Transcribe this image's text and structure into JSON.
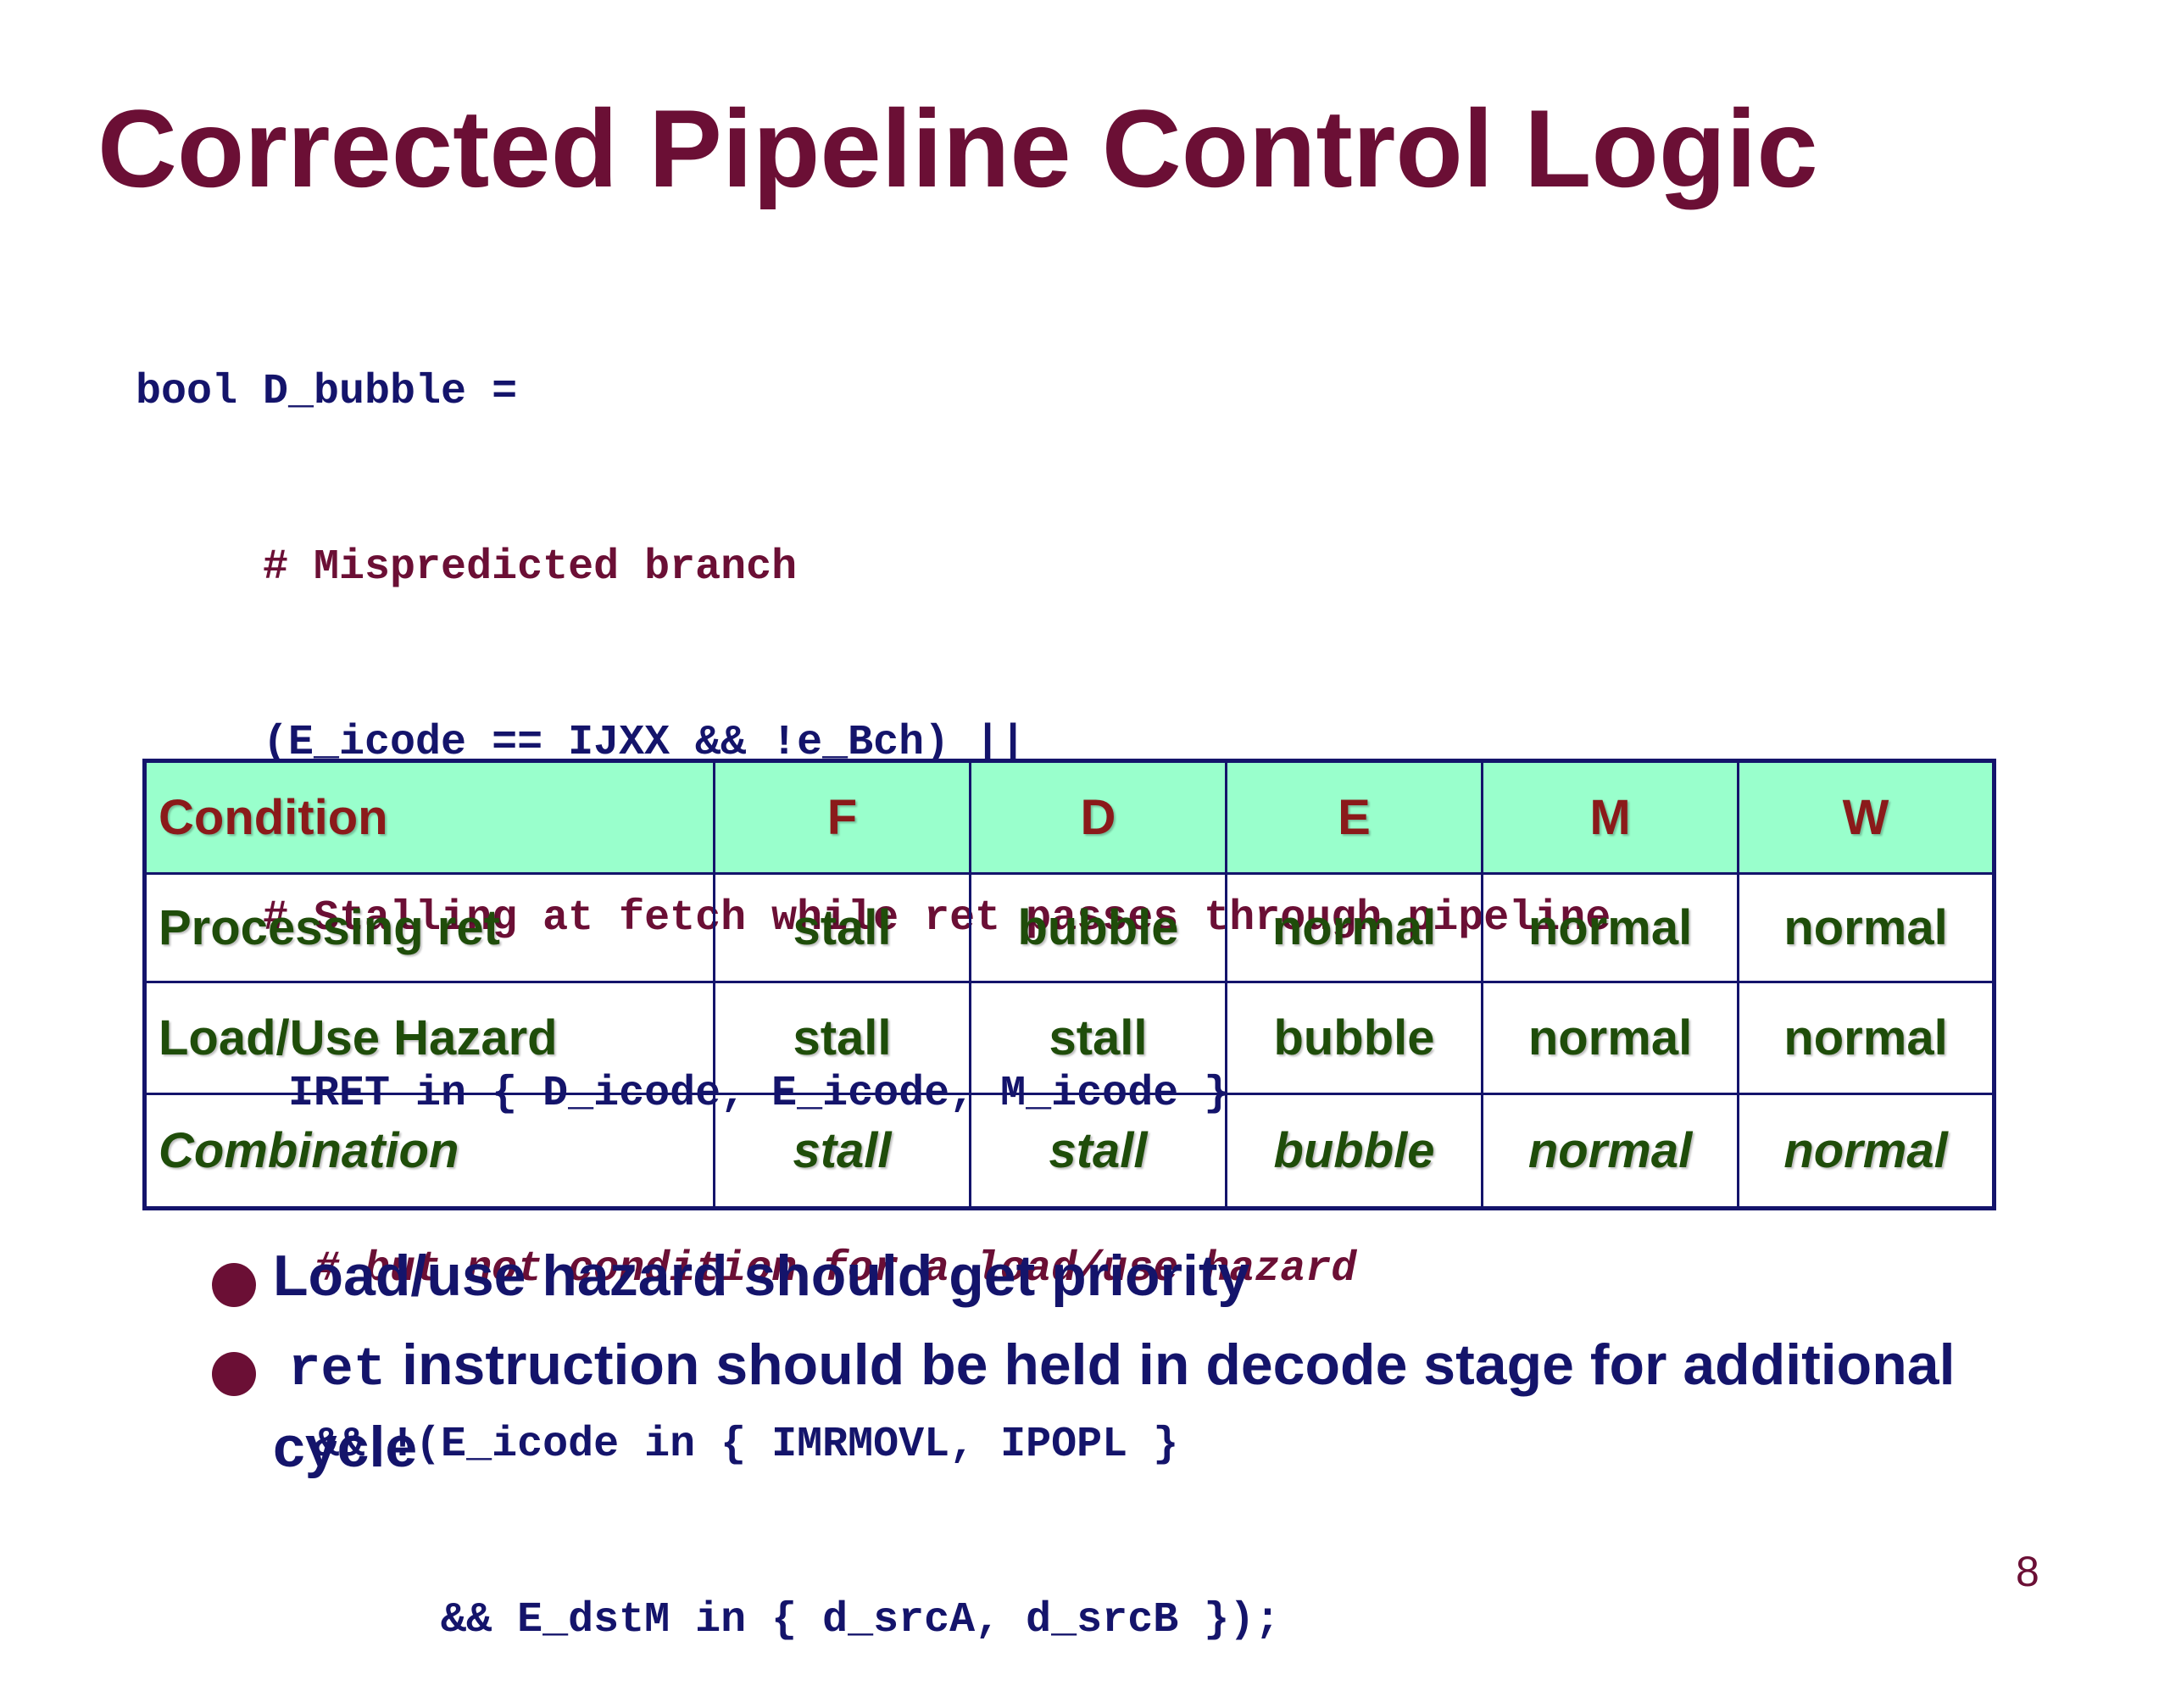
{
  "title": "Corrected Pipeline Control Logic",
  "code": {
    "line1": "bool D_bubble =",
    "line2": "     # Mispredicted branch",
    "line3": "     (E_icode == IJXX && !e_Bch) ||",
    "line4": "     # Stalling at fetch while ret passes through pipeline",
    "line5": "      IRET in { D_icode, E_icode, M_icode }",
    "line6": "       # but not condition for a load/use hazard",
    "line7": "       && !(E_icode in { IMRMOVL, IPOPL }",
    "line8": "            && E_dstM in { d_srcA, d_srcB });"
  },
  "table": {
    "headers": [
      "Condition",
      "F",
      "D",
      "E",
      "M",
      "W"
    ],
    "rows": [
      [
        "Processing ret",
        "stall",
        "bubble",
        "normal",
        "normal",
        "normal"
      ],
      [
        "Load/Use Hazard",
        "stall",
        "stall",
        "bubble",
        "normal",
        "normal"
      ],
      [
        "Combination",
        "stall",
        "stall",
        "bubble",
        "normal",
        "normal"
      ]
    ]
  },
  "bullets": {
    "item1": "Load/use hazard should get priority",
    "item2_code": "ret",
    "item2_text": " instruction should be held in decode stage for additional cycle"
  },
  "page_number": "8",
  "colors": {
    "title": "#6b0f35",
    "code_statement": "#14146b",
    "code_comment": "#6b0f35",
    "table_header_bg": "#99ffcc",
    "table_header_text": "#8b1a1a",
    "table_body_text": "#1f4d0a",
    "table_border": "#14146b",
    "bullet_text": "#14146b",
    "bullet_marker": "#6b0f35"
  }
}
